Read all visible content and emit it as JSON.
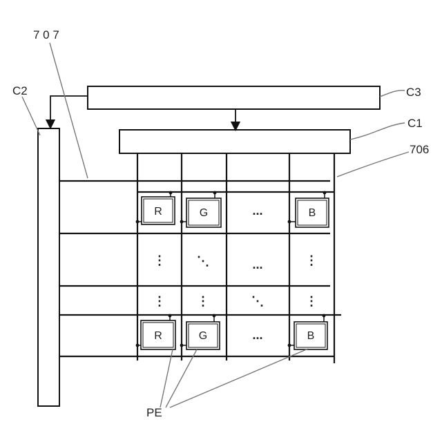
{
  "labels": {
    "c3": "C3",
    "c1": "C1",
    "c2": "C2",
    "l706": "706",
    "l707": "7 0 7",
    "pe": "PE"
  },
  "pixels": {
    "top": [
      "R",
      "G",
      "B"
    ],
    "bottom": [
      "R",
      "G",
      "B"
    ]
  },
  "ellipsis": {
    "h": "...",
    "v": "⋮",
    "d": "⋱"
  },
  "colors": {
    "line": "#111111",
    "leader": "#777777"
  }
}
